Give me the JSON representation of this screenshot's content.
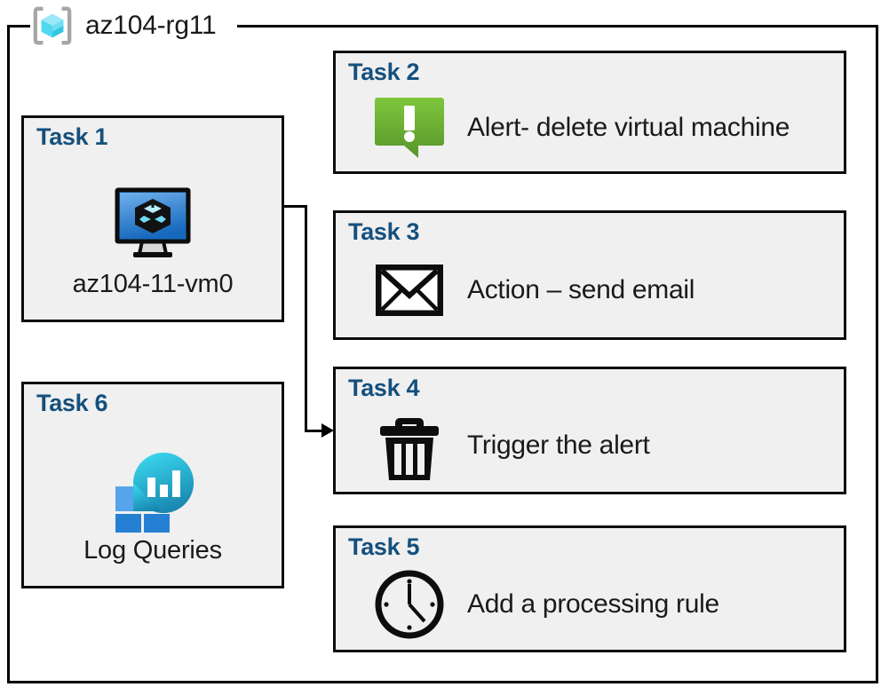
{
  "resource_group": {
    "label": "az104-rg11",
    "icon": "resource-group-icon"
  },
  "cards": {
    "task1": {
      "title": "Task 1",
      "caption": "az104-11-vm0",
      "icon": "virtual-machine-icon"
    },
    "task2": {
      "title": "Task 2",
      "caption": "Alert- delete virtual machine",
      "icon": "alert-bubble-icon"
    },
    "task3": {
      "title": "Task 3",
      "caption": "Action – send email",
      "icon": "envelope-icon"
    },
    "task4": {
      "title": "Task 4",
      "caption": "Trigger the alert",
      "icon": "trash-can-icon"
    },
    "task5": {
      "title": "Task 5",
      "caption": "Add a processing rule",
      "icon": "clock-icon"
    },
    "task6": {
      "title": "Task 6",
      "caption": "Log Queries",
      "icon": "log-analytics-icon"
    }
  },
  "colors": {
    "card_background": "#f0f0f0",
    "card_border": "#0d0d0d",
    "task_title": "#15507D",
    "alert_green_light": "#7cc034",
    "alert_green_dark": "#5b9a28",
    "vm_blue_light": "#5ea5e8",
    "vm_blue_dark": "#1b72c4",
    "log_cyan": "#32cfe4",
    "log_teal": "#1b87ad",
    "log_square_light": "#56a5ea",
    "log_square_dark": "#2580d3",
    "rg_cube_light": "#9be8f7",
    "rg_cube_mid": "#4fd8f0",
    "rg_bracket": "#a6a6a6",
    "connector": "#000000"
  }
}
